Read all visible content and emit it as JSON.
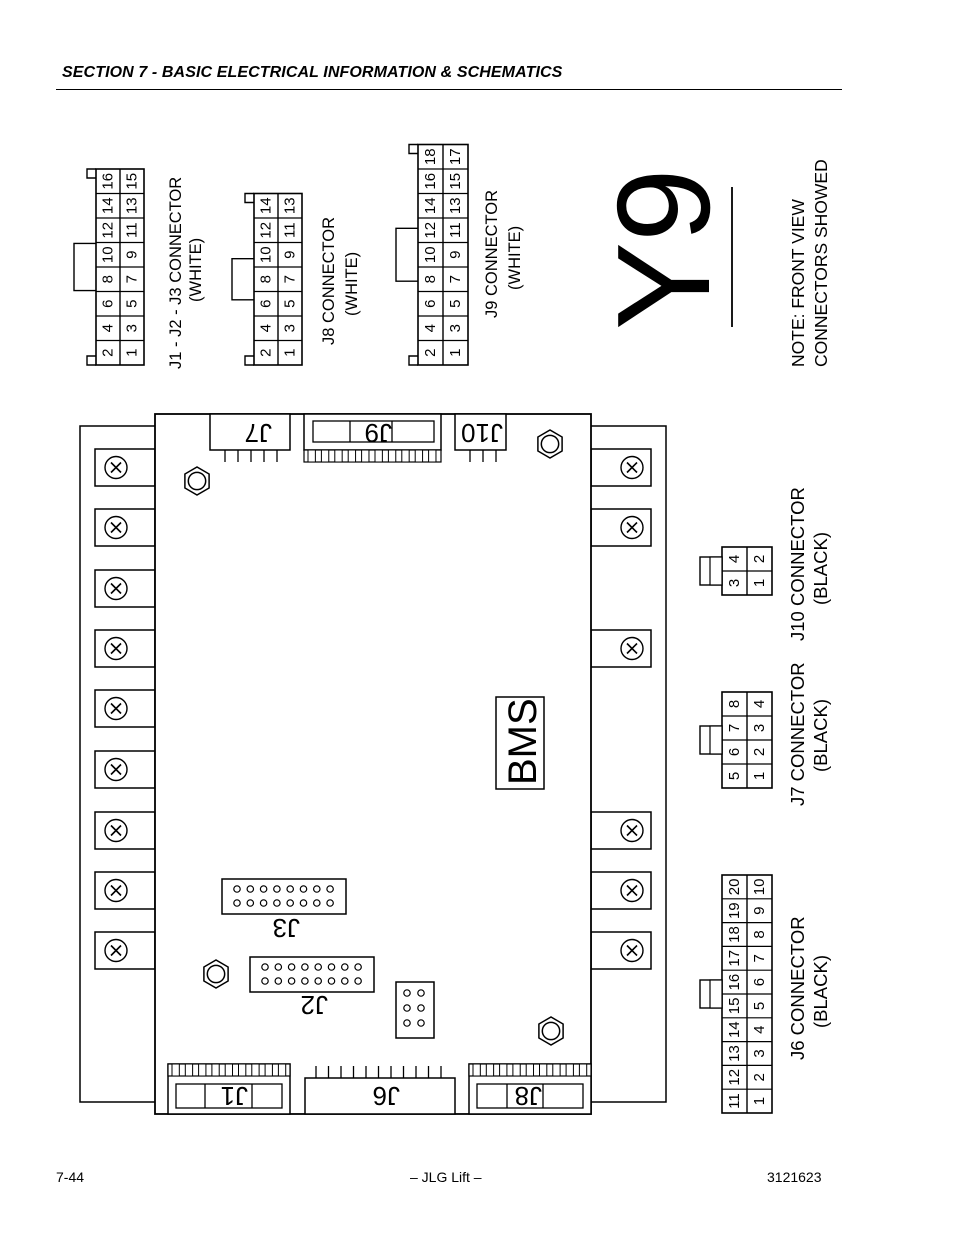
{
  "header": {
    "title": "SECTION 7 - BASIC ELECTRICAL INFORMATION & SCHEMATICS"
  },
  "footer": {
    "page": "7-44",
    "center": "– JLG Lift –",
    "doc_number": "3121623"
  },
  "diagram": {
    "board_label": "BMS",
    "big_label": "Y9",
    "note_lines": [
      "NOTE: FRONT VIEW",
      "CONNECTORS SHOWED"
    ],
    "headers": {
      "j7": "J7",
      "j9": "J9",
      "j10": "J10",
      "j1": "J1",
      "j6": "J6",
      "j8": "J8",
      "j3": "J3",
      "j2": "J2"
    },
    "connectors": {
      "j1j2j3": {
        "name_lines": [
          "J1 - J2 - J3 CONNECTOR",
          "(WHITE)"
        ],
        "top_row": [
          "2",
          "4",
          "6",
          "8",
          "10",
          "12",
          "14",
          "16"
        ],
        "bottom_row": [
          "1",
          "3",
          "5",
          "7",
          "9",
          "11",
          "13",
          "15"
        ]
      },
      "j8": {
        "name_lines": [
          "J8 CONNECTOR",
          "(WHITE)"
        ],
        "top_row": [
          "2",
          "4",
          "6",
          "8",
          "10",
          "12",
          "14"
        ],
        "bottom_row": [
          "1",
          "3",
          "5",
          "7",
          "9",
          "11",
          "13"
        ]
      },
      "j9": {
        "name_lines": [
          "J9 CONNECTOR",
          "(WHITE)"
        ],
        "top_row": [
          "2",
          "4",
          "6",
          "8",
          "10",
          "12",
          "14",
          "16",
          "18"
        ],
        "bottom_row": [
          "1",
          "3",
          "5",
          "7",
          "9",
          "11",
          "13",
          "15",
          "17"
        ]
      },
      "j10": {
        "name_lines": [
          "J10 CONNECTOR",
          "(BLACK)"
        ],
        "top_row": [
          "3",
          "4"
        ],
        "bottom_row": [
          "1",
          "2"
        ]
      },
      "j7": {
        "name_lines": [
          "J7 CONNECTOR",
          "(BLACK)"
        ],
        "top_row": [
          "5",
          "6",
          "7",
          "8"
        ],
        "bottom_row": [
          "1",
          "2",
          "3",
          "4"
        ]
      },
      "j6": {
        "name_lines": [
          "J6 CONNECTOR",
          "(BLACK)"
        ],
        "top_row": [
          "11",
          "12",
          "13",
          "14",
          "15",
          "16",
          "17",
          "18",
          "19",
          "20"
        ],
        "bottom_row": [
          "1",
          "2",
          "3",
          "4",
          "5",
          "6",
          "7",
          "8",
          "9",
          "10"
        ]
      }
    }
  }
}
